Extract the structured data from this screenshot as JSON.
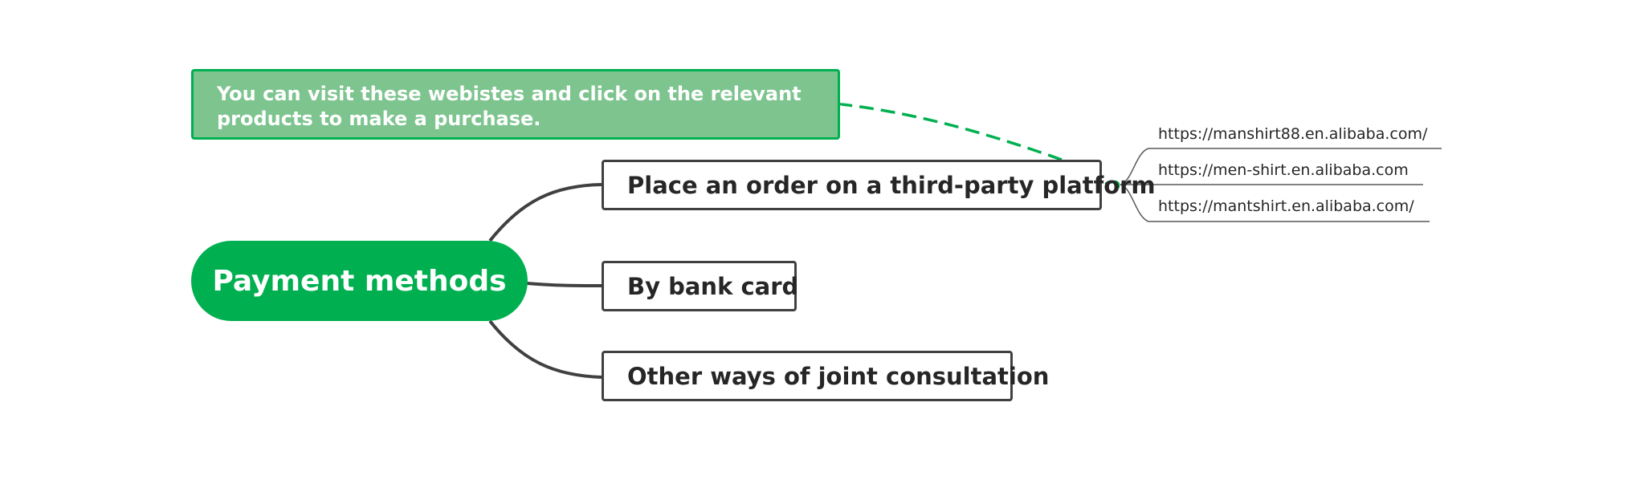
{
  "root": {
    "label": "Payment methods",
    "color": "#00b050"
  },
  "branches": [
    {
      "label": "Place an order on a third-party platform"
    },
    {
      "label": "By bank card"
    },
    {
      "label": "Other ways of joint consultation"
    }
  ],
  "note": {
    "line1": "You can visit these webistes and click on the relevant",
    "line2": "products to make a purchase.",
    "fill_color": "#7dc48f",
    "border_color": "#00b050"
  },
  "links": [
    "https://manshirt88.en.alibaba.com/",
    "https://men-shirt.en.alibaba.com",
    "https://mantshirt.en.alibaba.com/"
  ],
  "colors": {
    "connector": "#404040",
    "arrow": "#00b050",
    "link_underline": "#595959"
  }
}
